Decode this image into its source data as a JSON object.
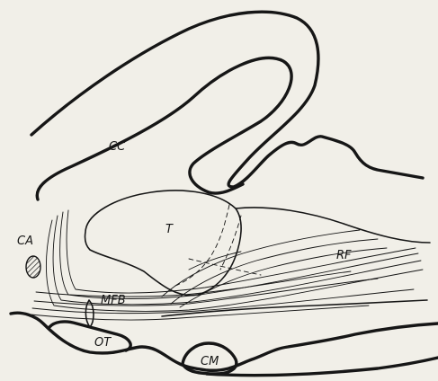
{
  "labels": {
    "cc": "CC",
    "t": "T",
    "ca": "CA",
    "rf": "RF",
    "mfb": "MFB",
    "ot": "OT",
    "cm": "CM"
  }
}
